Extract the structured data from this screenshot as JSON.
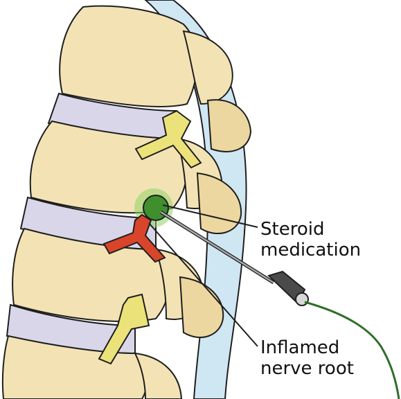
{
  "labels": {
    "steroid": [
      "Steroid",
      "medication"
    ],
    "nerve": [
      "Inflamed",
      "nerve root"
    ]
  },
  "colors": {
    "bone": "#f3e3b4",
    "bone_shadow": "#d9c08a",
    "outline": "#1e1e1e",
    "disc": "#d9d6ea",
    "sheath": "#cfe6f3",
    "nerve_yellow": "#ece27a",
    "nerve_inflamed": "#d8452a",
    "steroid_green": "#3f8f2e",
    "catheter": "#2f6e2a",
    "needle": "#a9a9a9"
  }
}
